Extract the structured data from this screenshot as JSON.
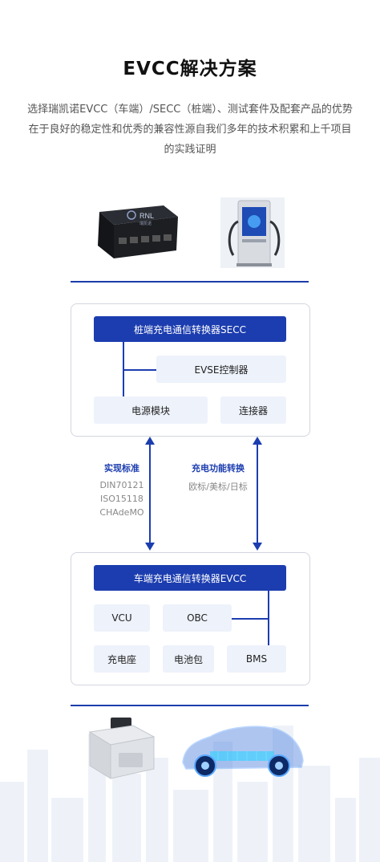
{
  "title": "EVCC解决方案",
  "intro": "选择瑞凯诺EVCC（车端）/SECC（桩端）、测试套件及配套产品的优势在于良好的稳定性和优秀的兼容性源自我们多年的技术积累和上千项目的实践证明",
  "top_images": {
    "device_brand": "RNL",
    "device_brand_sub": "瑞凯诺"
  },
  "secc_panel": {
    "header": "桩端充电通信转换器SECC",
    "evse": "EVSE控制器",
    "power": "电源模块",
    "connector": "连接器"
  },
  "middle": {
    "left_title": "实现标准",
    "standards": [
      "DIN70121",
      "ISO15118",
      "CHAdeMO"
    ],
    "right_title": "充电功能转换",
    "right_sub": "欧标/美标/日标"
  },
  "evcc_panel": {
    "header": "车端充电通信转换器EVCC",
    "vcu": "VCU",
    "obc": "OBC",
    "charge_port": "充电座",
    "battery": "电池包",
    "bms": "BMS"
  },
  "colors": {
    "accent": "#1c3daf",
    "cell_bg": "#eef2fb",
    "panel_border": "#d2d6de"
  }
}
